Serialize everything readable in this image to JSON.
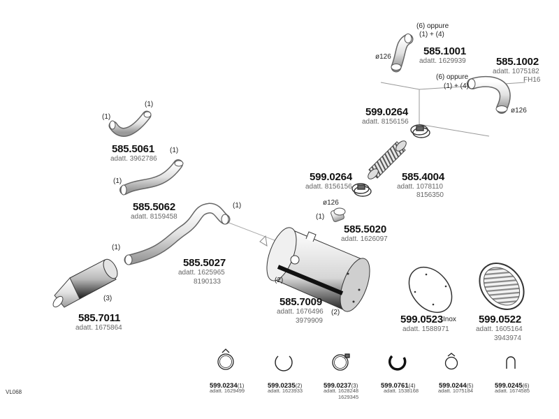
{
  "parts": [
    {
      "id": "p5851001",
      "code": "585.1001",
      "adatt": [
        "adatt. 1629939"
      ]
    },
    {
      "id": "p5851002",
      "code": "585.1002",
      "adatt": [
        "adatt. 1075182",
        "FH16"
      ]
    },
    {
      "id": "p5990264a",
      "code": "599.0264",
      "adatt": [
        "adatt. 8156156"
      ]
    },
    {
      "id": "p5855061",
      "code": "585.5061",
      "adatt": [
        "adatt. 3962786"
      ]
    },
    {
      "id": "p5990264b",
      "code": "599.0264",
      "adatt": [
        "adatt. 8156156"
      ]
    },
    {
      "id": "p5854004",
      "code": "585.4004",
      "adatt": [
        "adatt. 1078110",
        "8156350"
      ]
    },
    {
      "id": "p5855062",
      "code": "585.5062",
      "adatt": [
        "adatt. 8159458"
      ]
    },
    {
      "id": "p5855020",
      "code": "585.5020",
      "adatt": [
        "adatt. 1626097"
      ]
    },
    {
      "id": "p5855027",
      "code": "585.5027",
      "adatt": [
        "adatt. 1625965",
        "8190133"
      ]
    },
    {
      "id": "p5857009",
      "code": "585.7009",
      "adatt": [
        "adatt. 1676496",
        "3979909"
      ]
    },
    {
      "id": "p5990523",
      "code": "599.0523",
      "adatt": [
        "adatt. 1588971"
      ]
    },
    {
      "id": "p5990522",
      "code": "599.0522",
      "adatt": [
        "adatt. 1605164",
        "3943974"
      ]
    },
    {
      "id": "p5857011",
      "code": "585.7011",
      "adatt": [
        "adatt. 1675864"
      ]
    }
  ],
  "notes": {
    "oppure_1001": [
      "(6) oppure",
      "(1) + (4)"
    ],
    "oppure_1002": [
      "(6) oppure",
      "(1) + (4)"
    ],
    "d126_a": "ø126",
    "d126_b": "ø126",
    "d126_c": "ø126",
    "n1_5061a": "(1)",
    "n1_5061b": "(1)",
    "n1_5062a": "(1)",
    "n1_5062b": "(1)",
    "n1_5027a": "(1)",
    "n1_5027b": "(1)",
    "n1_5020": "(1)",
    "n2_7009a": "(2)",
    "n2_7009b": "(2)",
    "n3_7011": "(3)",
    "inox": "Inox",
    "page_code": "VL068"
  },
  "clamps": [
    {
      "id": "c1",
      "code": "599.0234",
      "num": "(1)",
      "adatt": [
        "adatt. 1629499"
      ],
      "icon": "band-clamp-icon"
    },
    {
      "id": "c2",
      "code": "599.0235",
      "num": "(2)",
      "adatt": [
        "adatt. 1623933"
      ],
      "icon": "open-ring-clamp-icon"
    },
    {
      "id": "c3",
      "code": "599.0237",
      "num": "(3)",
      "adatt": [
        "adatt. 1628248",
        "1629345"
      ],
      "icon": "band-clamp-icon"
    },
    {
      "id": "c4",
      "code": "599.0761",
      "num": "(4)",
      "adatt": [
        "adatt. 1538168"
      ],
      "icon": "thick-ring-clamp-icon"
    },
    {
      "id": "c5",
      "code": "599.0244",
      "num": "(5)",
      "adatt": [
        "adatt. 1075184"
      ],
      "icon": "band-clamp-icon"
    },
    {
      "id": "c6",
      "code": "599.0245",
      "num": "(6)",
      "adatt": [
        "adatt. 1674585"
      ],
      "icon": "u-bolt-icon"
    }
  ]
}
